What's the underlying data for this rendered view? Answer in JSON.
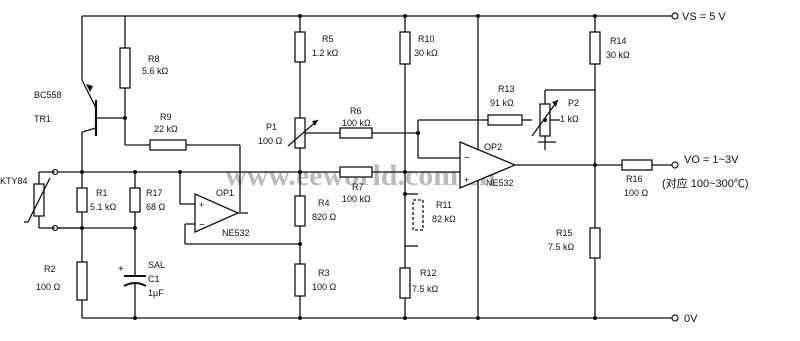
{
  "rails": {
    "supply_label": "VS = 5 V",
    "ground_label": "0V"
  },
  "output": {
    "label": "VO = 1~3V",
    "note": "(对应 100~300℃)"
  },
  "watermark": "www.eeworld.com.cn",
  "transistor": {
    "type": "BC558",
    "ref": "TR1"
  },
  "sensor": {
    "ref": "KTY84"
  },
  "opamps": [
    {
      "ref": "OP1",
      "part": "NE532"
    },
    {
      "ref": "OP2",
      "part": "NE532"
    }
  ],
  "capacitor": {
    "type": "SAL",
    "ref": "C1",
    "value": "1μF"
  },
  "resistors": [
    {
      "ref": "R1",
      "value": "5.1 kΩ"
    },
    {
      "ref": "R2",
      "value": "100 Ω"
    },
    {
      "ref": "R3",
      "value": "100 Ω"
    },
    {
      "ref": "R4",
      "value": "820 Ω"
    },
    {
      "ref": "R5",
      "value": "1.2 kΩ"
    },
    {
      "ref": "R6",
      "value": "100 kΩ"
    },
    {
      "ref": "R7",
      "value": "100 kΩ"
    },
    {
      "ref": "R8",
      "value": "5.6 kΩ"
    },
    {
      "ref": "R9",
      "value": "22 kΩ"
    },
    {
      "ref": "R10",
      "value": "30 kΩ"
    },
    {
      "ref": "R11",
      "value": "82 kΩ"
    },
    {
      "ref": "R12",
      "value": "7.5 kΩ"
    },
    {
      "ref": "R13",
      "value": "91 kΩ"
    },
    {
      "ref": "R14",
      "value": "30 kΩ"
    },
    {
      "ref": "R15",
      "value": "7.5 kΩ"
    },
    {
      "ref": "R16",
      "value": "100 Ω"
    },
    {
      "ref": "R17",
      "value": "68 Ω"
    }
  ],
  "potentiometers": [
    {
      "ref": "P1",
      "value": "100 Ω"
    },
    {
      "ref": "P2",
      "value": "1 kΩ"
    }
  ]
}
